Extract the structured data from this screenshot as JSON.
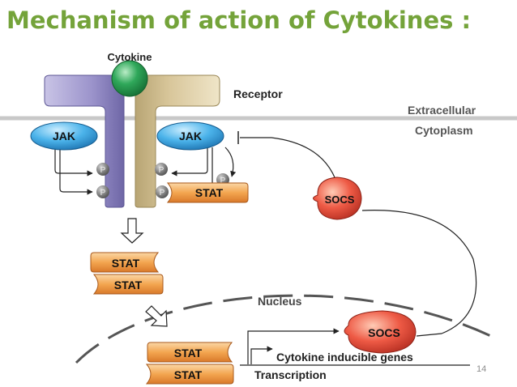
{
  "slide": {
    "title": "Mechanism of action of Cytokines :",
    "page_number": "14"
  },
  "diagram": {
    "cytokine_label": "Cytokine",
    "receptor_label": "Receptor",
    "extracellular_label": "Extracellular",
    "cytoplasm_label": "Cytoplasm",
    "jak_label": "JAK",
    "phosphate_label": "P",
    "stat_label": "STAT",
    "socs_label": "SOCS",
    "nucleus_label": "Nucleus",
    "genes_label": "Cytokine inducible genes",
    "transcription_label": "Transcription"
  },
  "colors": {
    "title": "#74a33a",
    "membrane": "#c8c8c8",
    "cytokine": "#2fa85a",
    "receptor_left": "#9b93cb",
    "receptor_right": "#d8c69a",
    "jak": "#2c9ad6",
    "stat": "#f0a04e",
    "socs": "#e24b3b",
    "phosphate": "#7a7a7a"
  }
}
